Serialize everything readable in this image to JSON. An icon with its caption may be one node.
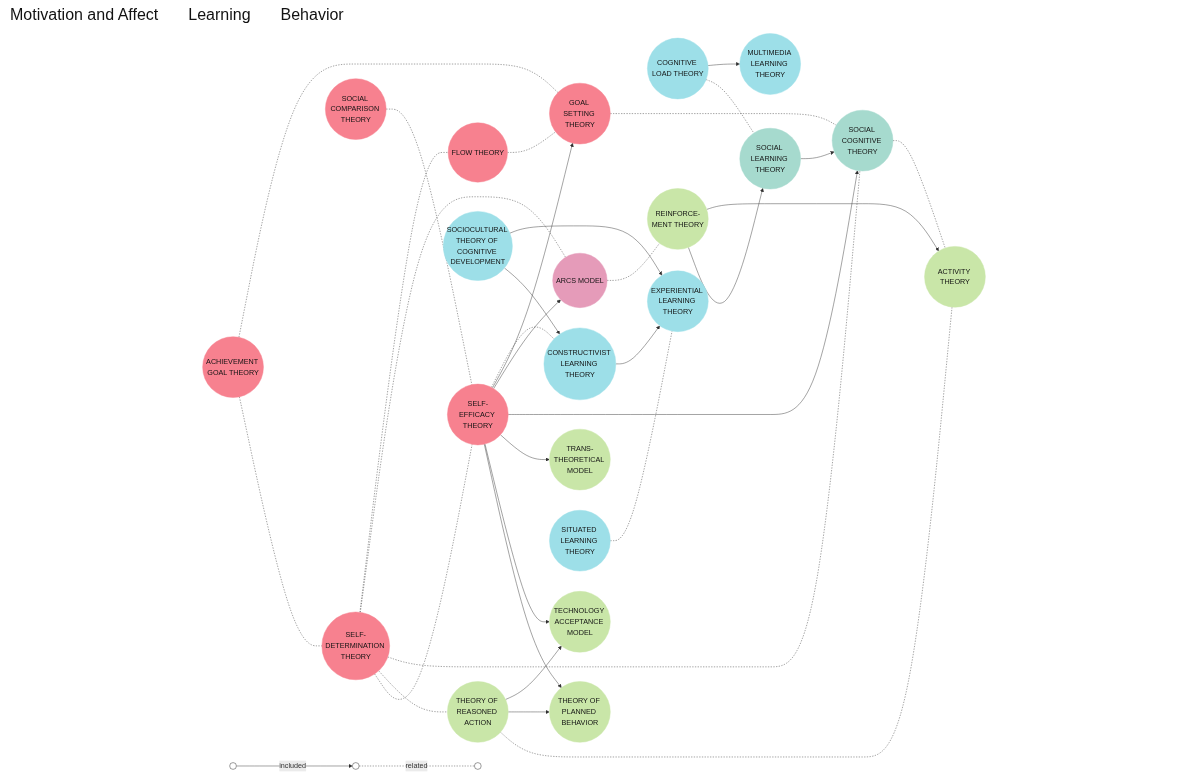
{
  "diagram": {
    "nodes": [
      {
        "text": [
          "ACHIEVEMENT GOAL THEORY"
        ]
      },
      {
        "text": [
          "GOAL SETTING THEORY"
        ]
      },
      {
        "text": [
          "FLOW THEORY"
        ]
      },
      {
        "text": [
          "SELF-DETERMINATION THEORY"
        ]
      },
      {
        "text": [
          "ARCS MODEL"
        ]
      },
      {
        "text": [
          "SOCIAL COMPARISON THEORY"
        ]
      },
      {
        "text": [
          "SELF-EFFICACY THEORY"
        ]
      },
      {
        "text": [
          "EXPERIENTIAL LEARNING THEORY"
        ]
      },
      {
        "text": [
          "SITUATED LEARNING THEORY"
        ]
      },
      {
        "text": [
          "SOCIOCULTURAL THEORY OF COGNITIVE DEVELOPMENT"
        ]
      },
      {
        "text": [
          "CONSTRUCTIVIST LEARNING THEORY"
        ]
      },
      {
        "text": [
          "MULTIMEDIA LEARNING THEORY"
        ]
      },
      {
        "text": [
          "COGNITIVE LOAD THEORY"
        ]
      },
      {
        "text": [
          "SOCIAL COGNITIVE THEORY"
        ]
      },
      {
        "text": [
          "SOCIAL LEARNING THEORY"
        ]
      },
      {
        "text": [
          "ACTIVITY THEORY"
        ]
      },
      {
        "text": [
          "THEORY OF REASONED ACTION"
        ]
      },
      {
        "text": [
          "TRANS-THEORETICAL MODEL"
        ]
      },
      {
        "text": [
          "TECHNOLOGY ACCEPTANCE MODEL"
        ]
      },
      {
        "text": [
          "THEORY OF PLANNED BEHAVIOR"
        ]
      },
      {
        "text": [
          "REINFORCE-MENT THEORY"
        ]
      },
      {
        "text": [],
        "shape": "circle"
      },
      {
        "text": [],
        "shape": "circle"
      },
      {
        "text": [],
        "shape": "circle"
      }
    ],
    "edges": [
      {
        "from": 0,
        "to": 1,
        "arrow": "none",
        "style": "dashed"
      },
      {
        "from": 0,
        "to": 3,
        "arrow": "none",
        "style": "dashed"
      },
      {
        "from": 2,
        "to": 1,
        "arrow": "none",
        "style": "dashed"
      },
      {
        "from": 3,
        "to": 2,
        "arrow": "none",
        "style": "dashed"
      },
      {
        "from": 3,
        "to": 4,
        "arrow": "none",
        "style": "dashed"
      },
      {
        "from": 3,
        "to": 13,
        "arrow": "none",
        "style": "dashed"
      },
      {
        "from": 3,
        "to": 16,
        "arrow": "none",
        "style": "dashed"
      },
      {
        "from": 3,
        "to": 6,
        "arrow": "none",
        "style": "dashed"
      },
      {
        "from": 1,
        "to": 13,
        "arrow": "none",
        "style": "dashed"
      },
      {
        "from": 4,
        "to": 20,
        "arrow": "none",
        "style": "dashed"
      },
      {
        "from": 5,
        "to": 6,
        "arrow": "none",
        "style": "dashed"
      },
      {
        "from": 6,
        "to": 10,
        "arrow": "none",
        "style": "dashed"
      },
      {
        "from": 6,
        "to": 1,
        "arrow": "to"
      },
      {
        "from": 6,
        "to": 4,
        "arrow": "to"
      },
      {
        "from": 6,
        "to": 13,
        "arrow": "to"
      },
      {
        "from": 6,
        "to": 17,
        "arrow": "to"
      },
      {
        "from": 6,
        "to": 18,
        "arrow": "to"
      },
      {
        "from": 6,
        "to": 19,
        "arrow": "to"
      },
      {
        "from": 16,
        "to": 18,
        "arrow": "to"
      },
      {
        "from": 16,
        "to": 19,
        "arrow": "to"
      },
      {
        "from": 16,
        "to": 15,
        "arrow": "none",
        "style": "dashed"
      },
      {
        "from": 13,
        "to": 15,
        "arrow": "none",
        "style": "dashed"
      },
      {
        "from": 8,
        "to": 7,
        "arrow": "none",
        "style": "dashed"
      },
      {
        "from": 9,
        "to": 7,
        "arrow": "to"
      },
      {
        "from": 9,
        "to": 10,
        "arrow": "to"
      },
      {
        "from": 10,
        "to": 7,
        "arrow": "to"
      },
      {
        "from": 12,
        "to": 11,
        "arrow": "to"
      },
      {
        "from": 14,
        "to": 13,
        "arrow": "to"
      },
      {
        "from": 12,
        "to": 14,
        "arrow": "none",
        "style": "dashed"
      },
      {
        "from": 20,
        "to": 15,
        "arrow": "to"
      },
      {
        "from": 20,
        "to": 14,
        "arrow": "to"
      },
      {
        "from": 21,
        "to": 22,
        "arrow": "to",
        "label": "included"
      },
      {
        "from": 22,
        "to": 23,
        "arrow": "none",
        "style": "dashed",
        "label": "related"
      }
    ],
    "labels": [
      "Motivation and Affect",
      "Learning",
      "Behavior"
    ]
  }
}
